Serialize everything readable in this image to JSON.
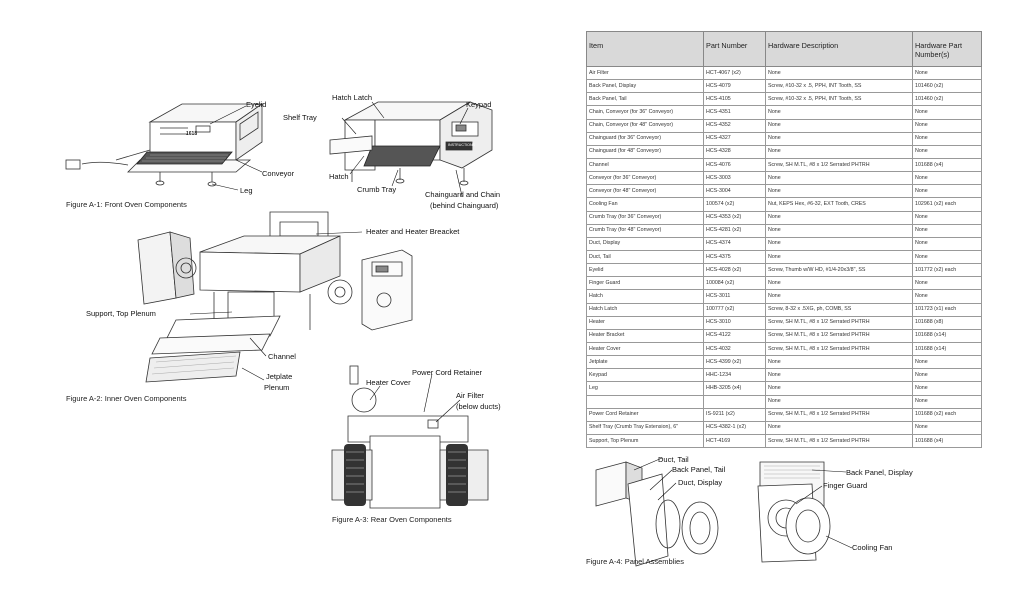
{
  "figures": {
    "a1": {
      "caption": "Figure A-1: Front Oven Components",
      "callouts": {
        "eyelid": "Eyelid",
        "conveyor": "Conveyor",
        "leg": "Leg",
        "hatch_latch": "Hatch Latch",
        "shelf_tray": "Shelf Tray",
        "keypad": "Keypad",
        "hatch": "Hatch",
        "crumb_tray": "Crumb Tray",
        "chainguard_line1": "Chainguard and Chain",
        "chainguard_line2": "(behind Chainguard)"
      },
      "oven_badge": "1618",
      "instructions_label": "INSTRUCTIONS"
    },
    "a2": {
      "caption": "Figure A-2: Inner Oven Components",
      "callouts": {
        "heater_bracket": "Heater and Heater Breacket",
        "support_plenum": "Support, Top Plenum",
        "channel": "Channel",
        "jetplate": "Jetplate",
        "plenum": "Plenum"
      }
    },
    "a3": {
      "caption": "Figure A-3: Rear Oven Components",
      "callouts": {
        "power_cord": "Power Cord Retainer",
        "heater_cover": "Heater Cover",
        "air_filter_line1": "Air Filter",
        "air_filter_line2": "(below ducts)"
      }
    },
    "a4": {
      "caption": "Figure A-4: Panel Assemblies",
      "callouts": {
        "duct_tail": "Duct, Tail",
        "back_panel_tail": "Back Panel, Tail",
        "duct_display": "Duct, Display",
        "back_panel_display": "Back Panel, Display",
        "finger_guard": "Finger Guard",
        "cooling_fan": "Cooling Fan"
      }
    }
  },
  "table": {
    "headers": [
      "Item",
      "Part Number",
      "Hardware Description",
      "Hardware Part Number(s)"
    ],
    "rows": [
      [
        "Air Filter",
        "HCT-4067 (x2)",
        "None",
        "None"
      ],
      [
        "Back Panel, Display",
        "HCS-4079",
        "Screw, #10-32 x .5, PPH, INT Tooth, SS",
        "101460 (x2)"
      ],
      [
        "Back Panel, Tail",
        "HCS-4105",
        "Screw, #10-32 x .5, PPH, INT Tooth, SS",
        "101460 (x2)"
      ],
      [
        "Chain, Conveyor (for 36\" Conveyor)",
        "HCS-4351",
        "None",
        "None"
      ],
      [
        "Chain, Conveyor (for 48\" Conveyor)",
        "HCS-4352",
        "None",
        "None"
      ],
      [
        "Chainguard (for 36\" Conveyor)",
        "HCS-4327",
        "None",
        "None"
      ],
      [
        "Chainguard (for 48\" Conveyor)",
        "HCS-4328",
        "None",
        "None"
      ],
      [
        "Channel",
        "HCS-4076",
        "Screw, SH M.TL, #8 x 1/2 Serrated PHTRH",
        "101688 (x4)"
      ],
      [
        "Conveyor (for 36\" Conveyor)",
        "HCS-3003",
        "None",
        "None"
      ],
      [
        "Conveyor (for 48\" Conveyor)",
        "HCS-3004",
        "None",
        "None"
      ],
      [
        "Cooling Fan",
        "100574 (x2)",
        "Nut, KEPS Hex, #6-32, EXT Tooth, CRES",
        "102961 (x2) each"
      ],
      [
        "Crumb Tray (for 36\" Conveyor)",
        "HCS-4353 (x2)",
        "None",
        "None"
      ],
      [
        "Crumb Tray (for 48\" Conveyor)",
        "HCS-4281 (x2)",
        "None",
        "None"
      ],
      [
        "Duct, Display",
        "HCS-4374",
        "None",
        "None"
      ],
      [
        "Duct, Tail",
        "HCS-4375",
        "None",
        "None"
      ],
      [
        "Eyelid",
        "HCS-4028 (x2)",
        "Screw, Thumb w/W HD, #1/4-20x3/8\", SS",
        "101772 (x2) each"
      ],
      [
        "Finger Guard",
        "100084 (x2)",
        "None",
        "None"
      ],
      [
        "Hatch",
        "HCS-3011",
        "None",
        "None"
      ],
      [
        "Hatch Latch",
        "100777 (x2)",
        "Screw, 8-32 x .5XG, ph, COMB, SS",
        "101723 (x1) each"
      ],
      [
        "Heater",
        "HCS-3010",
        "Screw, SH M.TL, #8 x 1/2 Serrated PHTRH",
        "101688 (x8)"
      ],
      [
        "Heater Bracket",
        "HCS-4122",
        "Screw, SH M.TL, #8 x 1/2 Serrated PHTRH",
        "101688 (x14)"
      ],
      [
        "Heater Cover",
        "HCS-4032",
        "Screw, SH M.TL, #8 x 1/2 Serrated PHTRH",
        "101688 (x14)"
      ],
      [
        "Jetplate",
        "HCS-4399 (x2)",
        "None",
        "None"
      ],
      [
        "Keypad",
        "HHC-1234",
        "None",
        "None"
      ],
      [
        "Leg",
        "HHB-3205 (x4)",
        "None",
        "None"
      ],
      [
        "",
        "",
        "None",
        "None"
      ],
      [
        "Power Cord Retainer",
        "IS-9211 (x2)",
        "Screw, SH M.TL, #8 x 1/2 Serrated PHTRH",
        "101688 (x2) each"
      ],
      [
        "Shelf Tray (Crumb Tray Extension), 6\"",
        "HCS-4382-1 (x2)",
        "None",
        "None"
      ],
      [
        "Support, Top Plenum",
        "HCT-4169",
        "Screw, SH M.TL, #8 x 1/2 Serrated PHTRH",
        "101688 (x4)"
      ]
    ]
  }
}
